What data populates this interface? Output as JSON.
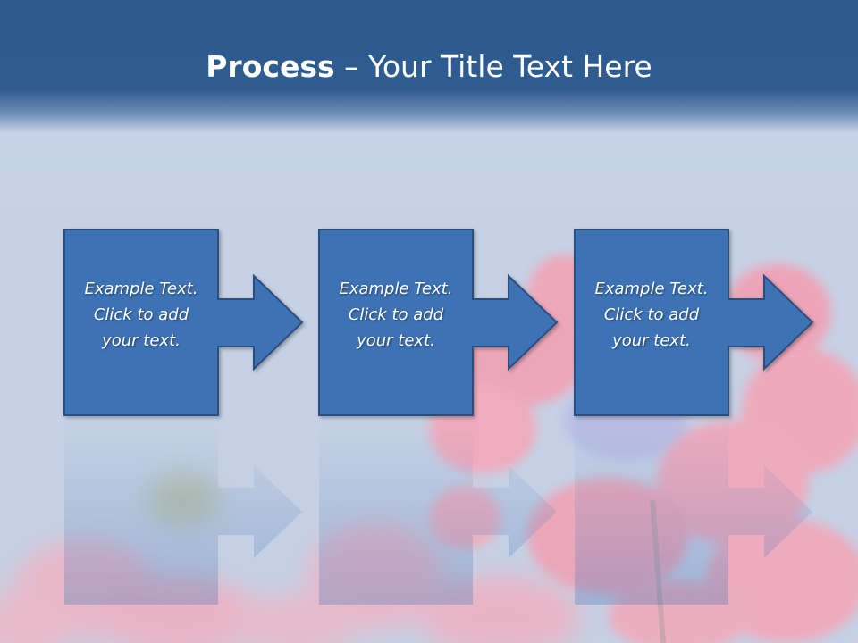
{
  "slide": {
    "title_bold": "Process",
    "title_rest": " – Your Title Text Here"
  },
  "steps": [
    {
      "lines": [
        "Example Text.",
        "Click  to add",
        "your text."
      ]
    },
    {
      "lines": [
        "Example Text.",
        "Click  to add",
        "your text."
      ]
    },
    {
      "lines": [
        "Example Text.",
        "Click  to add",
        "your text."
      ]
    }
  ],
  "colors": {
    "header": "#2d5a8e",
    "step_fill": "#3d72b4",
    "step_stroke": "#2a4f7f",
    "background": "#c9d4e6",
    "flower": "#f19db0"
  }
}
